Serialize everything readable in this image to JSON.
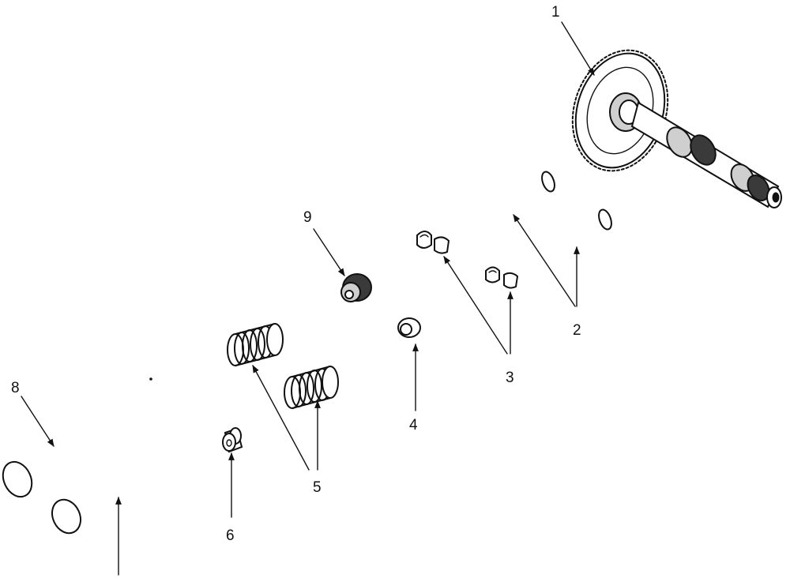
{
  "callouts": {
    "c1": "1",
    "c2": "2",
    "c3": "3",
    "c4": "4",
    "c5": "5",
    "c6": "6",
    "c8": "8",
    "c9": "9"
  },
  "colors": {
    "ink": "#111111",
    "background": "#ffffff"
  }
}
